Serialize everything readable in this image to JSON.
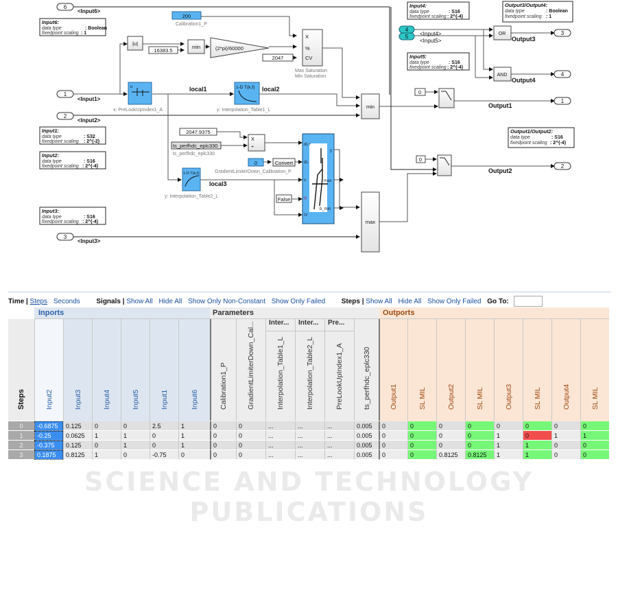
{
  "diagram": {
    "inports": [
      {
        "num": "6",
        "label": "<Input6>"
      },
      {
        "num": "1",
        "label": "<Input1>"
      },
      {
        "num": "2",
        "label": "<Input2>"
      },
      {
        "num": "3",
        "label": "<Input3>"
      },
      {
        "num": "4",
        "label": "<Input4>"
      },
      {
        "num": "5",
        "label": "<Input5>"
      }
    ],
    "outports": [
      {
        "num": "3",
        "label": "Output3"
      },
      {
        "num": "4",
        "label": "Output4"
      },
      {
        "num": "1",
        "label": "Output1"
      },
      {
        "num": "2",
        "label": "Output2"
      }
    ],
    "notes": {
      "input6": {
        "title": "Input6:",
        "dtype_label": "data type",
        "dtype": ": Boolean",
        "scale_label": "fixedpoint scaling",
        "scale": ": 1"
      },
      "input1": {
        "title": "Input1:",
        "dtype_label": "data type",
        "dtype": ": S32",
        "scale_label": "fixedpoint scaling",
        "scale": ": 2^(-2)"
      },
      "input2": {
        "title": "Input2:",
        "dtype_label": "data type",
        "dtype": ": S16",
        "scale_label": "fixedpoint scaling",
        "scale": ": 2^(-4)"
      },
      "input3": {
        "title": "Input3:",
        "dtype_label": "data type",
        "dtype": ": S16",
        "scale_label": "fixedpoint scaling",
        "scale": ": 2^(-4)"
      },
      "input4": {
        "title": "Input4:",
        "dtype_label": "data type",
        "dtype": ": S16",
        "scale_label": "fixedpoint scaling",
        "scale": ": 2^(-4)"
      },
      "input5": {
        "title": "Input5:",
        "dtype_label": "data type",
        "dtype": ": S16",
        "scale_label": "fixedpoint scaling",
        "scale": ": 2^(-4)"
      },
      "output34": {
        "title": "Output3/Output4:",
        "dtype_label": "data type",
        "dtype": ": Boolean",
        "scale_label": "fixedpoint scaling",
        "scale": ": 1"
      },
      "output12": {
        "title": "Output1/Output2:",
        "dtype_label": "data type",
        "dtype": ": S16",
        "scale_label": "fixedpoint scaling",
        "scale": ": 2^(-4)"
      }
    },
    "blocks": {
      "calibration_value": "200",
      "calibration_name": "Calibration1_P",
      "abs": "|u|",
      "const_16383": "16383.5",
      "min1": "min",
      "gain": "(2*pi)/60000",
      "const_2047": "2047",
      "sat_in_x": "X",
      "sat_in_pct": "%",
      "sat_in_cv": "CV",
      "sat_name_1": "Max Saturation",
      "sat_name_2": "Min Saturation",
      "prelookup_name": "x: PreLookUpIndex1_A",
      "interp1_text": "1-D T(k,f)",
      "interp1_name": "y: Interpolation_Table1_L",
      "interp2_text": "1-D T(k,f)",
      "interp2_name": "y: Interpolation_Table2_L",
      "min2": "min",
      "max": "max",
      "const_20479375": "2047.9375",
      "ts_value": "ts_perfhdc_eplc330",
      "ts_name": "ts_perfhdc_eplc330",
      "mul_x": "X",
      "mul_div": "÷",
      "grad_value": "0",
      "grad_name": "GradientLimiterDown_Calibration_P",
      "convert": "Convert",
      "false": "False",
      "limiter_ports": [
        "dL+",
        "dL",
        "u",
        "R",
        "IV"
      ],
      "limiter_out": [
        "y",
        "max",
        "b_min"
      ],
      "switch1_const": "0",
      "switch2_const": "0",
      "or": "OR",
      "and": "AND"
    },
    "signals": {
      "local1": "local1",
      "local2": "local2",
      "local3": "local3"
    }
  },
  "toolbar": {
    "time_label": "Time |",
    "steps_link": "Steps",
    "seconds_link": "Seconds",
    "signals_label": "Signals |",
    "show_all": "Show All",
    "hide_all": "Hide All",
    "show_non_constant": "Show Only Non-Constant",
    "show_failed": "Show Only Failed",
    "steps_label": "Steps |",
    "steps_show_all": "Show All",
    "steps_hide_all": "Hide All",
    "steps_show_failed": "Show Only Failed",
    "goto_label": "Go To:",
    "goto_value": ""
  },
  "table": {
    "steps_header": "Steps",
    "groups": {
      "inports": "Inports",
      "parameters": "Parameters",
      "outports": "Outports"
    },
    "param_subgroups": [
      "Inter...",
      "Inter...",
      "Pre..."
    ],
    "inport_cols": [
      "Input2",
      "Input3",
      "Input4",
      "Input5",
      "Input1",
      "Input6"
    ],
    "param_cols": [
      "Calibration1_P",
      "GradientLimiterDown_Cal...",
      "Interpolation_Table1_L",
      "Interpolation_Table2_L",
      "PreLookUpIndex1_A",
      "ts_perfhdc_eplc330"
    ],
    "outport_cols": [
      "Output1",
      "SL MIL",
      "Output2",
      "SL MIL",
      "Output3",
      "SL MIL",
      "Output4",
      "SL MIL"
    ],
    "rows": [
      {
        "step": "0",
        "inports": [
          "-0.6875",
          "0.125",
          "0",
          "0",
          "2.5",
          "1"
        ],
        "params": [
          "0",
          "0",
          "...",
          "...",
          "...",
          "0.005"
        ],
        "outports": [
          "0",
          "0",
          "0",
          "0",
          "0",
          "0",
          "0",
          "0"
        ],
        "status": [
          "",
          "pass",
          "",
          "pass",
          "",
          "pass",
          "",
          "pass"
        ]
      },
      {
        "step": "1",
        "inports": [
          "-0.25",
          "0.0625",
          "1",
          "1",
          "0",
          "1"
        ],
        "params": [
          "0",
          "0",
          "...",
          "...",
          "...",
          "0.005"
        ],
        "outports": [
          "0",
          "0",
          "0",
          "0",
          "1",
          "0",
          "1",
          "1"
        ],
        "status": [
          "",
          "pass",
          "",
          "pass",
          "",
          "fail",
          "",
          "pass"
        ]
      },
      {
        "step": "2",
        "inports": [
          "-0.375",
          "0.125",
          "0",
          "1",
          "0",
          "1"
        ],
        "params": [
          "0",
          "0",
          "...",
          "...",
          "...",
          "0.005"
        ],
        "outports": [
          "0",
          "0",
          "0",
          "0",
          "1",
          "1",
          "0",
          "0"
        ],
        "status": [
          "",
          "pass",
          "",
          "pass",
          "",
          "pass",
          "",
          "pass"
        ]
      },
      {
        "step": "3",
        "inports": [
          "0.1875",
          "0.8125",
          "1",
          "0",
          "-0.75",
          "0"
        ],
        "params": [
          "0",
          "0",
          "...",
          "...",
          "...",
          "0.005"
        ],
        "outports": [
          "0",
          "0",
          "0.8125",
          "0.8125",
          "1",
          "1",
          "0",
          "0"
        ],
        "status": [
          "",
          "pass",
          "",
          "pass",
          "",
          "pass",
          "",
          "pass"
        ]
      }
    ]
  },
  "watermark": "SCIENCE AND TECHNOLOGY PUBLICATIONS",
  "colors": {
    "pass": "#77f777",
    "fail": "#f24d4d",
    "selected": "#3a8ef0",
    "block_blue": "#5ab4f2",
    "port_teal": "#2cc6c6"
  }
}
